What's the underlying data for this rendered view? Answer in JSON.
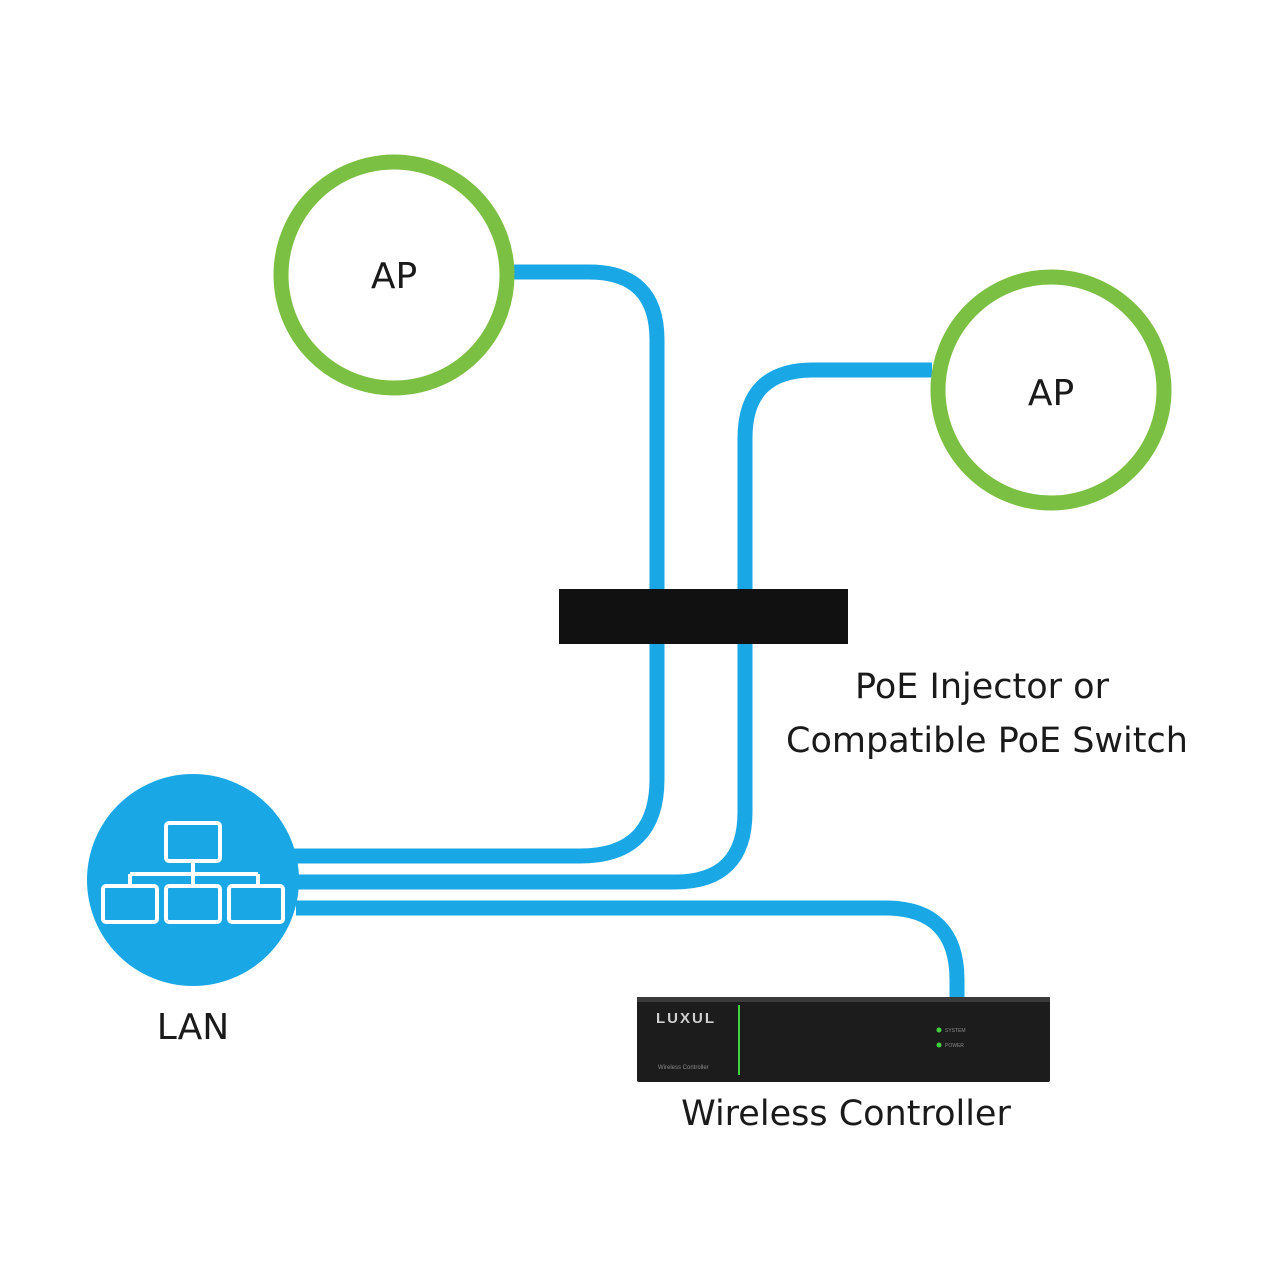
{
  "nodes": {
    "ap_left": {
      "label": "AP"
    },
    "ap_right": {
      "label": "AP"
    },
    "lan": {
      "label": "LAN"
    },
    "poe": {
      "label_line1": "PoE Injector or",
      "label_line2": "Compatible PoE Switch"
    },
    "controller": {
      "label": "Wireless Controller",
      "brand": "LUXUL",
      "led_1": "SYSTEM",
      "led_2": "POWER",
      "model_caption": "Wireless Controller"
    }
  },
  "colors": {
    "cable": "#1aa7e6",
    "ap_ring": "#7bc043",
    "lan_circle": "#1aa7e6",
    "poe_box": "#111111",
    "controller_body": "#1c1c1c",
    "controller_accent": "#3fd13f"
  }
}
